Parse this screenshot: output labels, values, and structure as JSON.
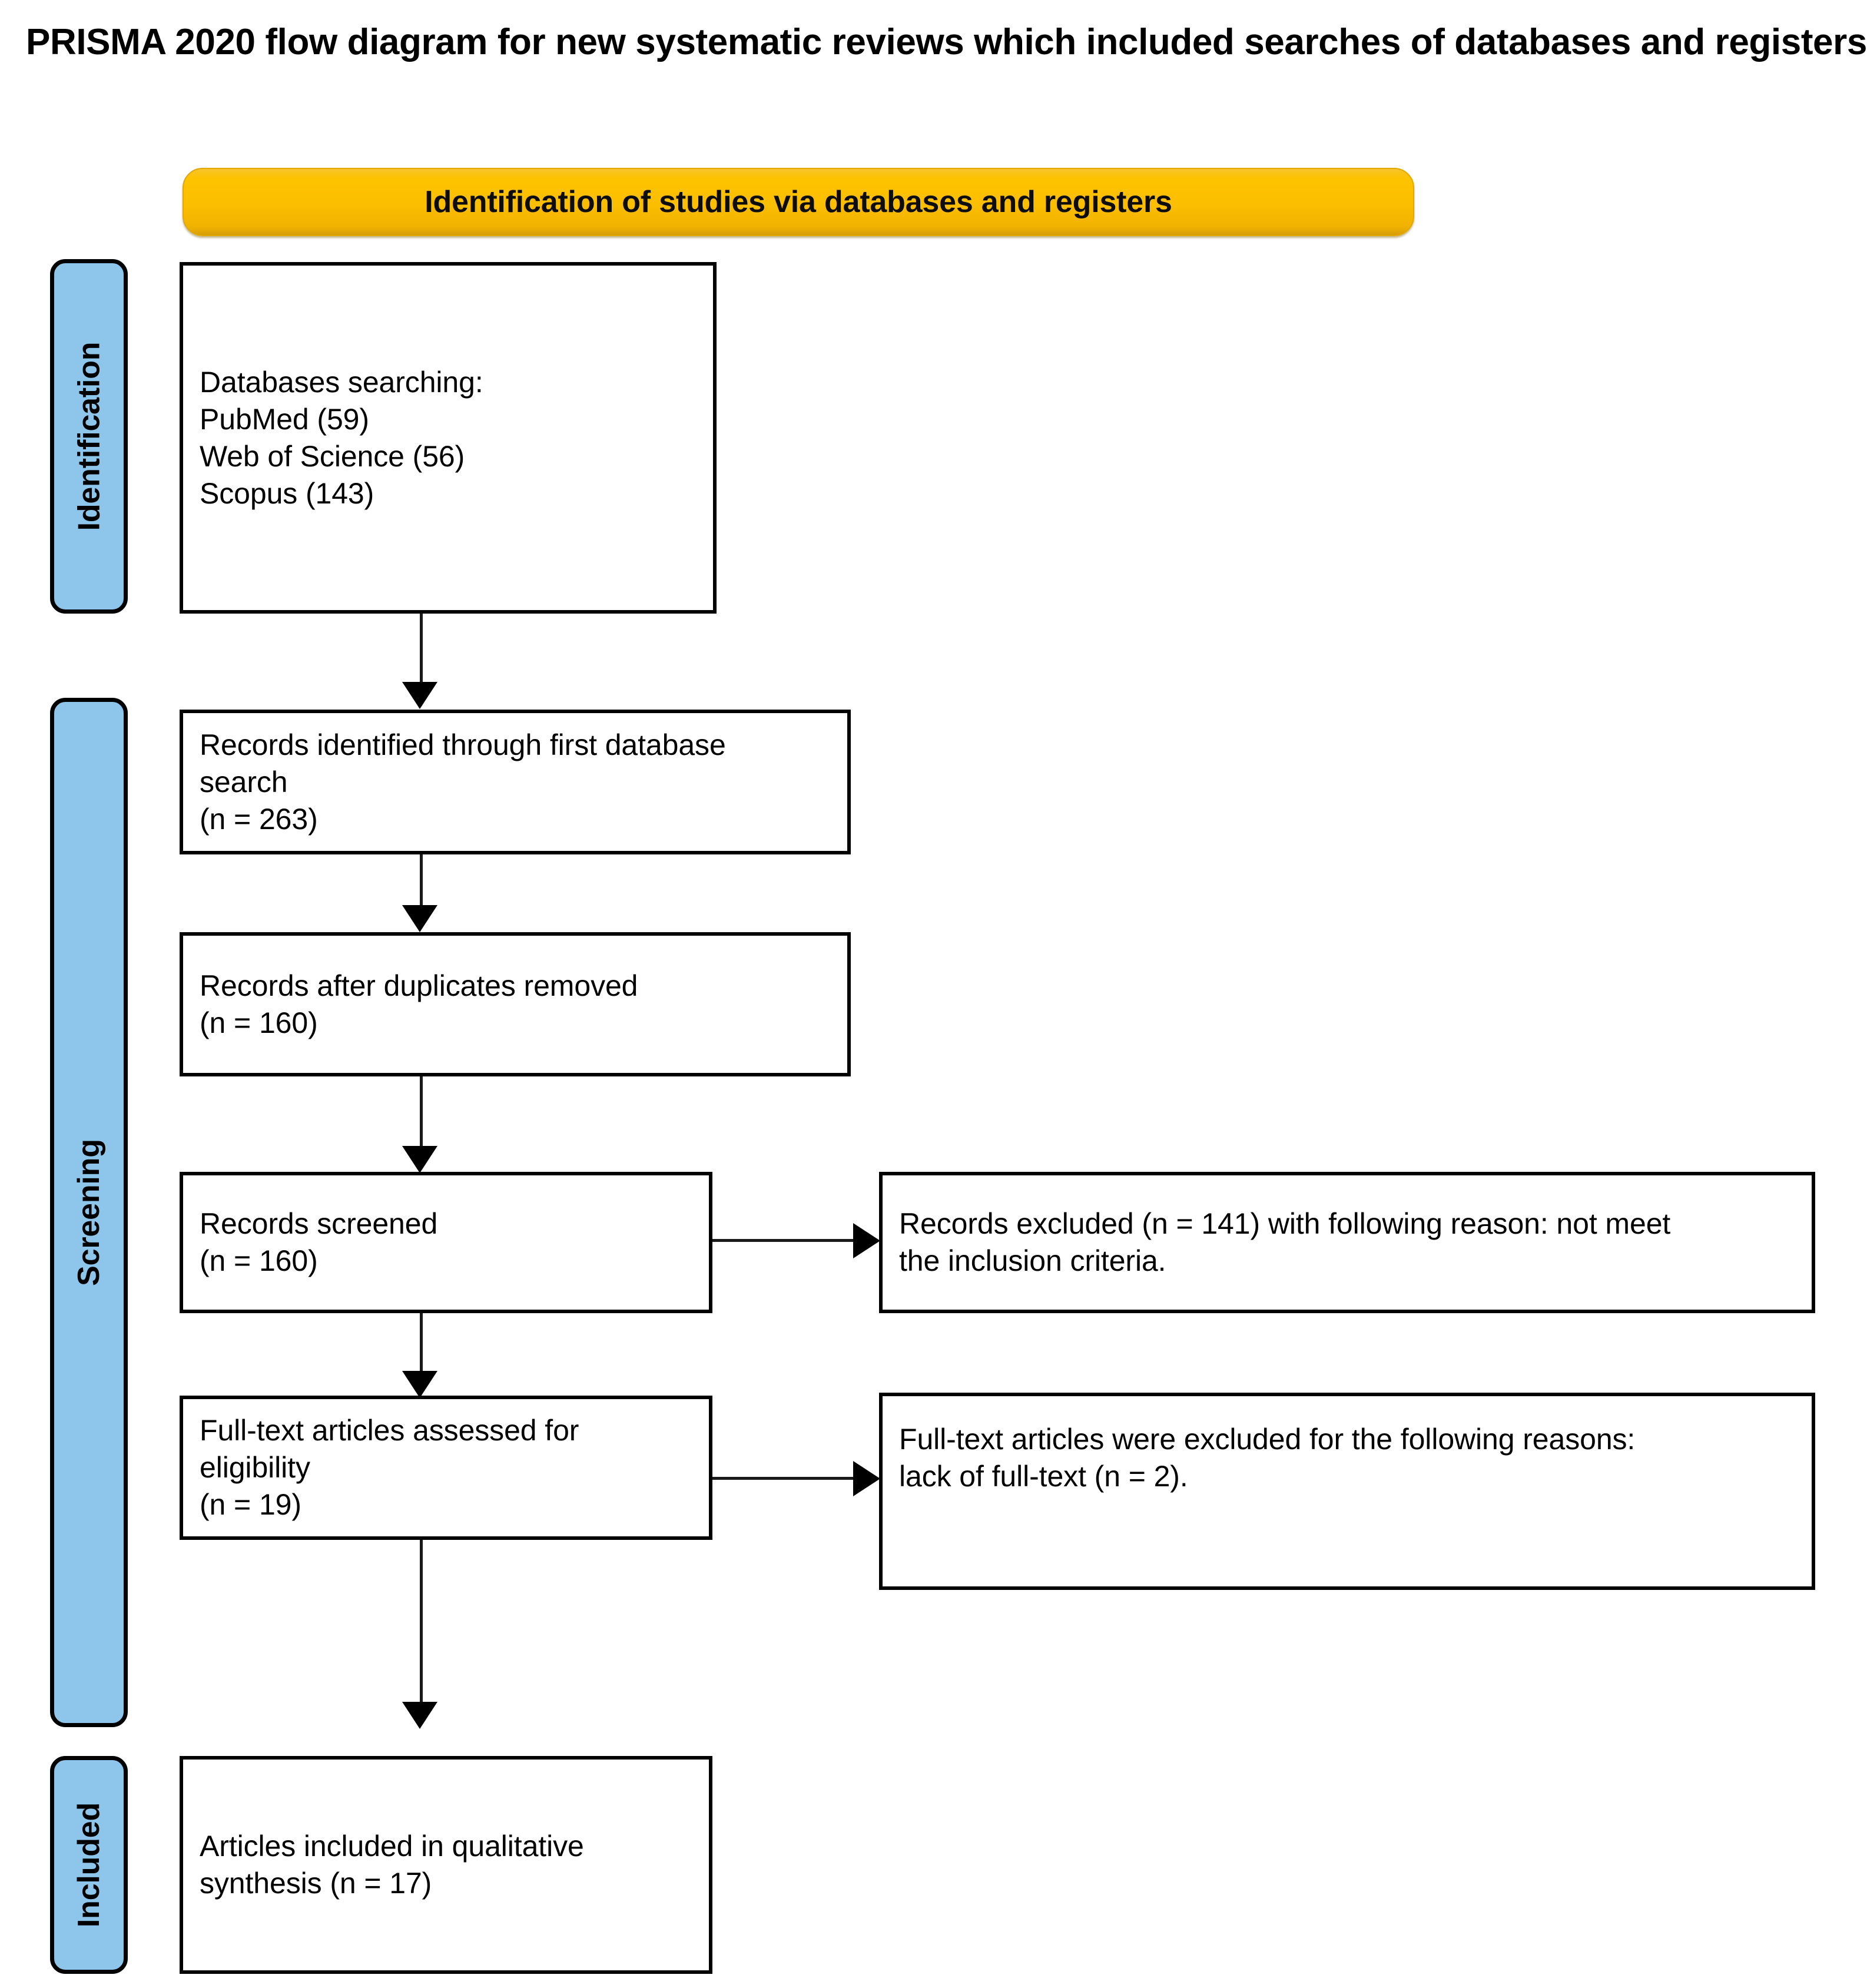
{
  "page": {
    "title": "PRISMA 2020 flow diagram for new systematic reviews which included searches of databases and registers only"
  },
  "colors": {
    "stage_header_orange": "#fcbe00",
    "phase_bar_blue": "#8ec5ea",
    "box_border": "#000000",
    "box_fill": "#ffffff",
    "text": "#000000"
  },
  "stage_header": {
    "label": "Identification of studies via databases and registers"
  },
  "phases": [
    {
      "id": "identification",
      "label": "Identification"
    },
    {
      "id": "screening",
      "label": "Screening"
    },
    {
      "id": "included",
      "label": "Included"
    }
  ],
  "boxes": {
    "databases_searching": {
      "text": "Databases searching:\nPubMed (59)\nWeb of Science (56)\nScopus (143)"
    },
    "records_identified": {
      "text": "Records identified through first database\nsearch\n(n = 263)"
    },
    "records_after_duplicates": {
      "text": "Records after duplicates removed\n(n = 160)"
    },
    "records_screened": {
      "text": "Records screened\n(n = 160)"
    },
    "records_excluded": {
      "text": "Records excluded (n = 141) with following reason: not meet\nthe inclusion criteria."
    },
    "fulltext_assessed": {
      "text": "Full-text articles assessed for\neligibility\n(n = 19)"
    },
    "fulltext_excluded": {
      "text": "Full-text articles were excluded for the following reasons:\nlack of full-text (n = 2)."
    },
    "articles_included": {
      "text": "Articles included in qualitative\nsynthesis (n = 17)"
    }
  },
  "chart_data": {
    "type": "diagram",
    "title": "PRISMA 2020 flow diagram for new systematic reviews which included searches of databases and registers only",
    "stage": "Identification of studies via databases and registers",
    "phases": [
      "Identification",
      "Screening",
      "Included"
    ],
    "nodes": [
      {
        "id": "databases_searching",
        "phase": "Identification",
        "label": "Databases searching: PubMed (59), Web of Science (56), Scopus (143)",
        "sources": {
          "PubMed": 59,
          "Web of Science": 56,
          "Scopus": 143
        }
      },
      {
        "id": "records_identified",
        "phase": "Screening",
        "label": "Records identified through first database search",
        "n": 263
      },
      {
        "id": "records_after_duplicates",
        "phase": "Screening",
        "label": "Records after duplicates removed",
        "n": 160
      },
      {
        "id": "records_screened",
        "phase": "Screening",
        "label": "Records screened",
        "n": 160
      },
      {
        "id": "records_excluded",
        "phase": "Screening",
        "label": "Records excluded with following reason: not meet the inclusion criteria.",
        "n": 141
      },
      {
        "id": "fulltext_assessed",
        "phase": "Screening",
        "label": "Full-text articles assessed for eligibility",
        "n": 19
      },
      {
        "id": "fulltext_excluded",
        "phase": "Screening",
        "label": "Full-text articles were excluded for the following reasons: lack of full-text.",
        "n": 2
      },
      {
        "id": "articles_included",
        "phase": "Included",
        "label": "Articles included in qualitative synthesis",
        "n": 17
      }
    ],
    "edges": [
      {
        "from": "databases_searching",
        "to": "records_identified",
        "direction": "down"
      },
      {
        "from": "records_identified",
        "to": "records_after_duplicates",
        "direction": "down"
      },
      {
        "from": "records_after_duplicates",
        "to": "records_screened",
        "direction": "down"
      },
      {
        "from": "records_screened",
        "to": "records_excluded",
        "direction": "right"
      },
      {
        "from": "records_screened",
        "to": "fulltext_assessed",
        "direction": "down"
      },
      {
        "from": "fulltext_assessed",
        "to": "fulltext_excluded",
        "direction": "right"
      },
      {
        "from": "fulltext_assessed",
        "to": "articles_included",
        "direction": "down"
      }
    ]
  }
}
